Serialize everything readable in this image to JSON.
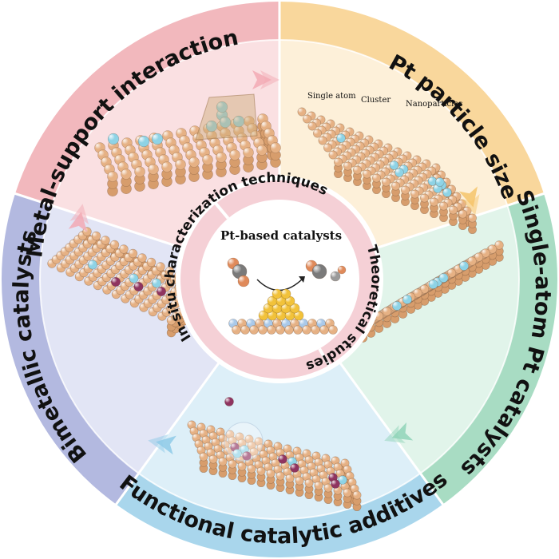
{
  "center": {
    "title": "Pt-based catalysts"
  },
  "inner_ring": {
    "left": "In-situ characterization techniques",
    "right": "Theoretical studies"
  },
  "segments": [
    {
      "label": "Metal-support interaction",
      "color": "#f2b8bd",
      "light": "#fae0e2"
    },
    {
      "label": "Pt particle size",
      "color": "#f9d79c",
      "light": "#fdf0d9"
    },
    {
      "label": "Single-atom Pt catalysts",
      "color": "#a8dcc3",
      "light": "#e1f4ea"
    },
    {
      "label": "Functional catalytic additives",
      "color": "#a9d6ec",
      "light": "#ddeff8"
    },
    {
      "label": "Bimetallic catalysts",
      "color": "#b3b9e0",
      "light": "#e2e5f5"
    }
  ],
  "particle_size": {
    "single_atom": "Single atom",
    "cluster": "Cluster",
    "nanoparticles": "Nanoparticles"
  },
  "colors": {
    "support_atom": "#e6b184",
    "pt_atom": "#8ed3e6",
    "promoter_atom": "#8f3460",
    "gold_atom": "#f2c23a",
    "inner_ring": "#f5d0d6"
  }
}
